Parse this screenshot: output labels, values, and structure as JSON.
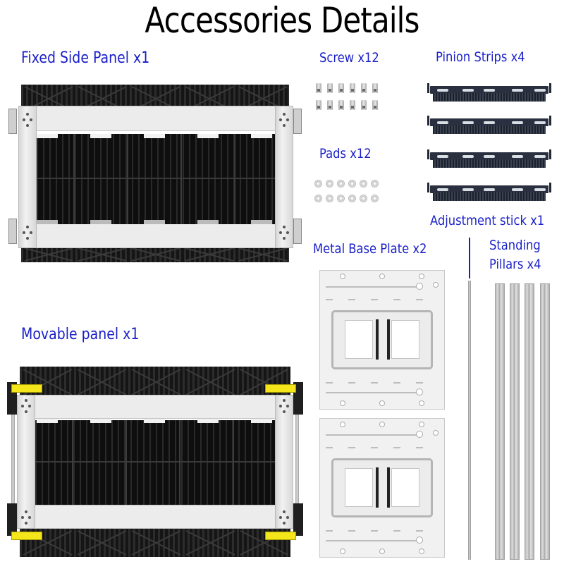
{
  "title": "Accessories Details",
  "parts": {
    "fixed_side_panel": {
      "label": "Fixed Side Panel x1",
      "name": "Fixed Side Panel",
      "quantity": 1
    },
    "movable_panel": {
      "label": "Movable panel x1",
      "name": "Movable panel",
      "quantity": 1
    },
    "screw": {
      "label": "Screw x12",
      "name": "Screw",
      "quantity": 12
    },
    "pads": {
      "label": "Pads x12",
      "name": "Pads",
      "quantity": 12
    },
    "pinion_strips": {
      "label": "Pinion Strips x4",
      "name": "Pinion Strips",
      "quantity": 4
    },
    "adjustment_stick": {
      "label": "Adjustment stick x1",
      "name": "Adjustment stick",
      "quantity": 1
    },
    "metal_base_plate": {
      "label": "Metal Base Plate x2",
      "name": "Metal Base Plate",
      "quantity": 2
    },
    "standing_pillars": {
      "label_line1": "Standing",
      "label_line2": "Pillars x4",
      "name": "Standing Pillars",
      "quantity": 4
    }
  },
  "colors": {
    "label_text": "#1a1fc8",
    "title_text": "#000000",
    "clip_yellow": "#f5e61b",
    "panel_black": "#1e1e1e",
    "frame_silver": "#e9e9e9"
  }
}
